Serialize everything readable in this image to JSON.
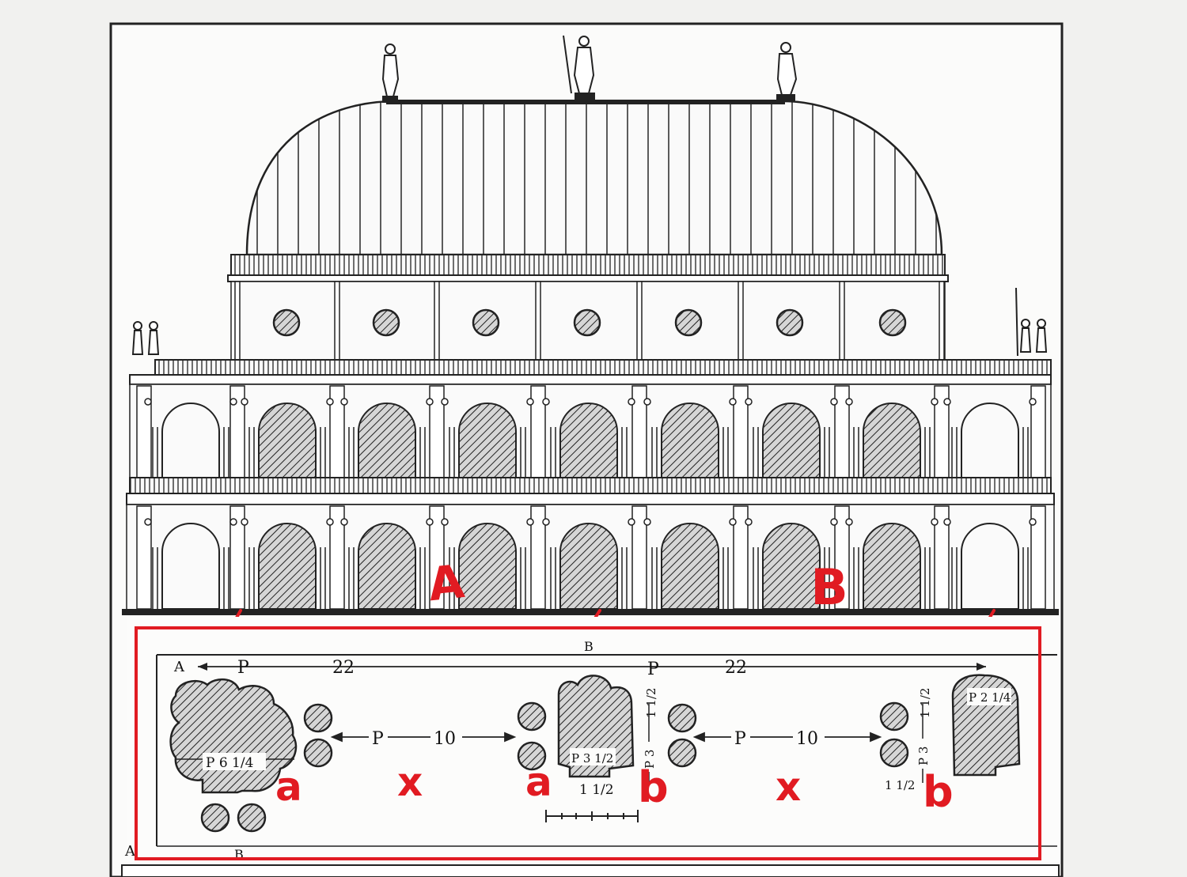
{
  "diagram": {
    "elevation": {
      "bay_labels": [
        "A",
        "B"
      ]
    },
    "plan": {
      "corner_labels": {
        "top_left": "A",
        "bottom": "B",
        "left_edge": "A",
        "top_center": "B"
      },
      "top_dimension": {
        "left_unit": "P",
        "left_value": "22",
        "right_unit": "P",
        "right_value": "22"
      },
      "spans": [
        {
          "unit": "P",
          "value": "10"
        },
        {
          "unit": "P",
          "value": "10"
        }
      ],
      "pier_labels": {
        "corner": "P 6 1/4",
        "middle": "P 3 1/2",
        "end": "P 2 1/4"
      },
      "half_labels": [
        "1 1/2",
        "1 1/2",
        "1 1/2",
        "1 1/2"
      ],
      "side_dims": [
        "P 3",
        "P 3"
      ],
      "annotations": [
        "a",
        "x",
        "a",
        "b",
        "x",
        "b"
      ]
    },
    "annotation_color": "#e11b22"
  }
}
